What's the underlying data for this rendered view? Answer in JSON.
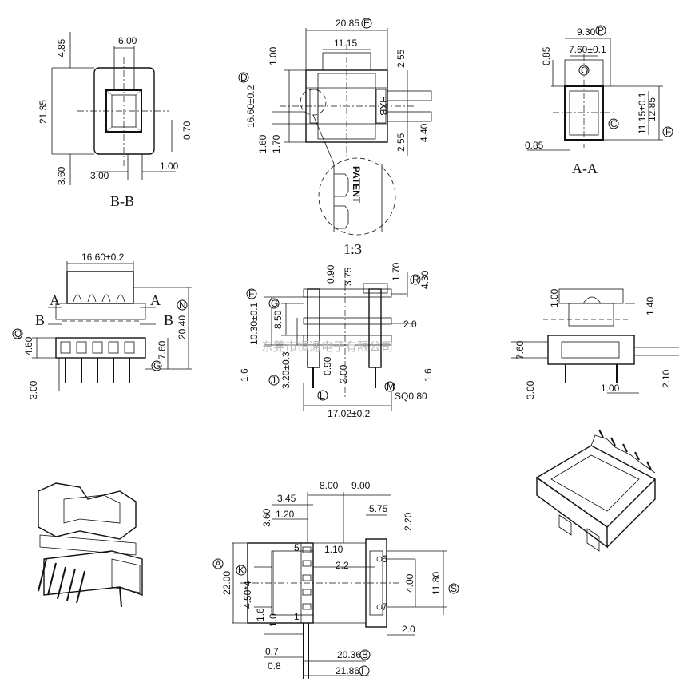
{
  "bb_view": {
    "dims": [
      "4.85",
      "6.00",
      "21.35",
      "0.70",
      "3.60",
      "3.00",
      "1.00"
    ],
    "label": "B-B"
  },
  "top_view": {
    "dims": [
      "20.85",
      "11.15",
      "1.00",
      "2.55",
      "16.60±0.2",
      "2.55",
      "4.40",
      "1.60",
      "1.70"
    ],
    "marker_e": "E",
    "marker_d": "D",
    "pin_text": "HXB",
    "detail_text": "PATENT",
    "scale": "1:3"
  },
  "aa_view": {
    "dims": [
      "9.30",
      "7.60±0.1",
      "0.85",
      "11.15±0.1",
      "12.85",
      "0.85"
    ],
    "markers": [
      "P",
      "O",
      "C",
      "F"
    ],
    "label": "A-A"
  },
  "front_view": {
    "dims": [
      "16.60±0.2",
      "20.40",
      "4.60",
      "7.60",
      "3.00"
    ],
    "section_a": "A",
    "section_b": "B",
    "markers": [
      "N",
      "Q",
      "G"
    ]
  },
  "side_view": {
    "dims": [
      "0.90",
      "3.75",
      "1.70",
      "4.30",
      "10.30±0.1",
      "8.50",
      "2.0",
      "1.6",
      "3.20±0.3",
      "0.90",
      "2.00",
      "1.6",
      "SQ0.80",
      "17.02±0.2"
    ],
    "markers": [
      "F",
      "G",
      "R",
      "J",
      "M",
      "L"
    ]
  },
  "end_view": {
    "dims": [
      "1.00",
      "1.40",
      "7.60",
      "3.00",
      "1.00",
      "2.10"
    ]
  },
  "bottom_view": {
    "dims": [
      "8.00",
      "9.00",
      "3.45",
      "5.75",
      "3.60",
      "1.20",
      "2.20",
      "1.10",
      "2.2",
      "22.00",
      "4.50*4",
      "4.00",
      "11.80",
      "1.6",
      "1.0",
      "2.0",
      "0.7",
      "0.8",
      "20.36",
      "21.86"
    ],
    "pin_numbers": [
      "5",
      "1",
      "6",
      "7"
    ],
    "markers": [
      "A",
      "K",
      "S",
      "B",
      "I"
    ]
  },
  "watermark": "东莞市恒通电子有限公司"
}
